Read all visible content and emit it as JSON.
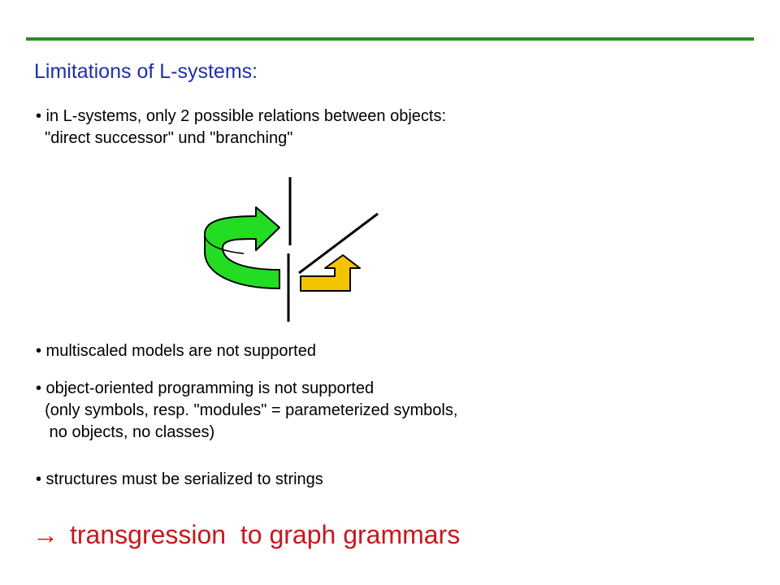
{
  "slide": {
    "title": "Limitations of L-systems:",
    "accent_rule_color": "#2e8b1f",
    "title_color": "#1f2fa8"
  },
  "bullets": [
    {
      "lines": [
        "• in L-systems, only 2 possible relations between objects:",
        "  \"direct successor\" und \"branching\""
      ]
    },
    {
      "lines": [
        "• multiscaled models are not supported"
      ]
    },
    {
      "lines": [
        "• object-oriented programming is not supported",
        "  (only symbols, resp. \"modules\" = parameterized symbols,",
        "   no objects, no classes)"
      ]
    },
    {
      "lines": [
        "• structures must be serialized to strings"
      ]
    }
  ],
  "diagram": {
    "successor_arrow_color": "#22dd22",
    "branching_arrow_color": "#f5c400",
    "successor_arrow_icon": "curved-arrow-icon",
    "branching_arrow_icon": "bent-arrow-icon"
  },
  "conclusion": {
    "arrow": "→",
    "text": "transgression  to graph grammars",
    "color": "#c8171c"
  }
}
